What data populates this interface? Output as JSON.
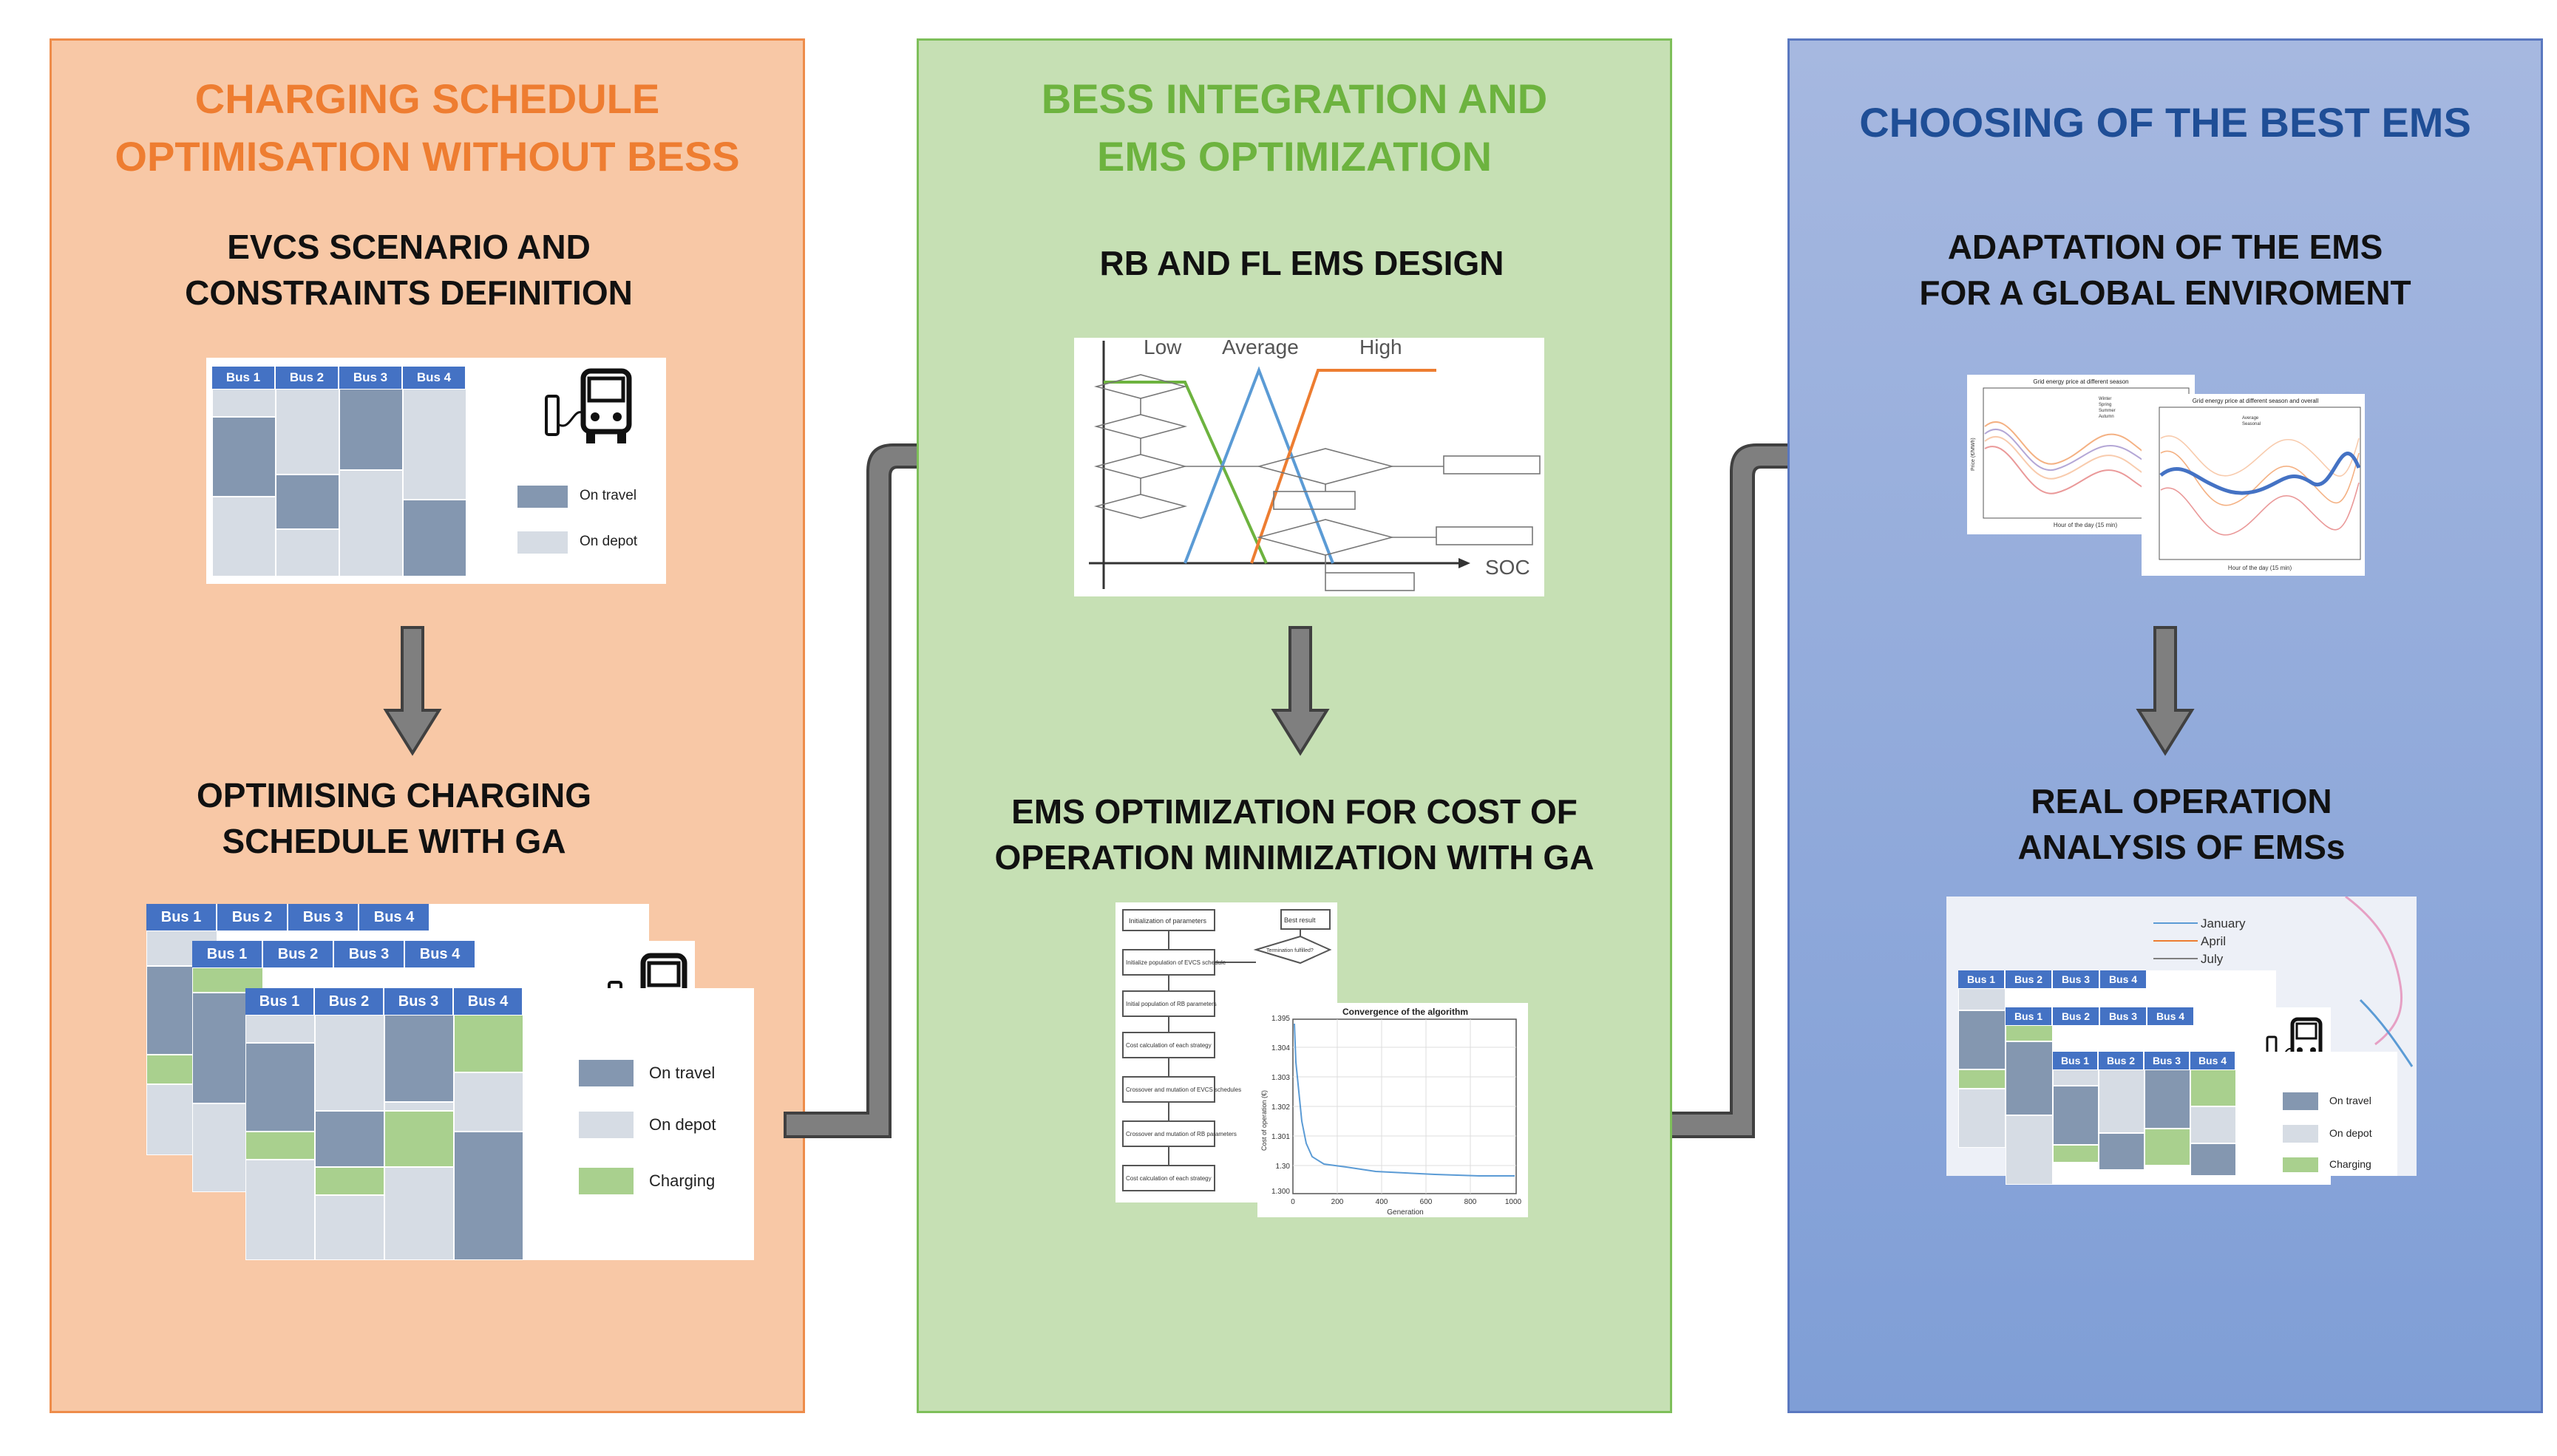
{
  "panels": {
    "p1": {
      "title_line1": "CHARGING SCHEDULE",
      "title_line2": "OPTIMISATION WITHOUT BESS",
      "step1_line1": "EVCS SCENARIO AND",
      "step1_line2": "CONSTRAINTS DEFINITION",
      "step2_line1": "OPTIMISING CHARGING",
      "step2_line2": "SCHEDULE WITH GA"
    },
    "p2": {
      "title_line1": "BESS INTEGRATION AND",
      "title_line2": "EMS OPTIMIZATION",
      "step1": "RB AND FL EMS DESIGN",
      "step2_line1": "EMS OPTIMIZATION FOR COST OF",
      "step2_line2": "OPERATION MINIMIZATION WITH GA"
    },
    "p3": {
      "title": "CHOOSING OF THE BEST EMS",
      "step1_line1": "ADAPTATION OF THE EMS",
      "step1_line2": "FOR A GLOBAL ENVIROMENT",
      "step2_line1": "REAL OPERATION",
      "step2_line2": "ANALYSIS OF EMSs"
    }
  },
  "schedule": {
    "buses": [
      "Bus 1",
      "Bus 2",
      "Bus 3",
      "Bus 4"
    ],
    "legend_travel": "On travel",
    "legend_depot": "On depot",
    "legend_charging": "Charging"
  },
  "fuzzy": {
    "low": "Low",
    "average": "Average",
    "high": "High",
    "soc": "SOC"
  },
  "convergence": {
    "title": "Convergence of the algorithm",
    "xlabel": "Generation",
    "ylabel": "Cost of operation (€)",
    "yticks": [
      "1.395",
      "1.304",
      "1.303",
      "1.302",
      "1.301",
      "1.30",
      "1.300"
    ],
    "xticks": [
      "0",
      "200",
      "400",
      "600",
      "800",
      "1000"
    ],
    "flow_steps": [
      "Initialization of parameters",
      "Initialize population of EVCS schedule",
      "Initial population of RB parameters",
      "Cost calculation of each strategy",
      "Crossover and mutation of EVCS schedules",
      "Crossover and mutation of RB parameters",
      "Cost calculation of each strategy"
    ],
    "best_result": "Best result",
    "termination": "Termination fulfilled?"
  },
  "price_charts": {
    "chart1_title": "Grid energy price at different season",
    "chart2_title": "Grid energy price at different season and overall",
    "chart1_legend": [
      "Winter",
      "Spring",
      "Summer",
      "Autumn"
    ],
    "chart2_legend": [
      "Average",
      "Seasonal"
    ],
    "xlabel1": "Hour of the day (15 min)",
    "xlabel2": "Hour of the day (15 min)",
    "ylabel": "Price (€/MWh)"
  },
  "real_op_legend": [
    "January",
    "April",
    "July"
  ],
  "colors": {
    "orange": "#ee7d31",
    "green": "#6db33f",
    "blue": "#1f4e96",
    "bus_header": "#4472c4",
    "travel": "#8497b0",
    "depot": "#d6dce4",
    "charging": "#a9d08e",
    "arrow": "#7f7f7f"
  }
}
